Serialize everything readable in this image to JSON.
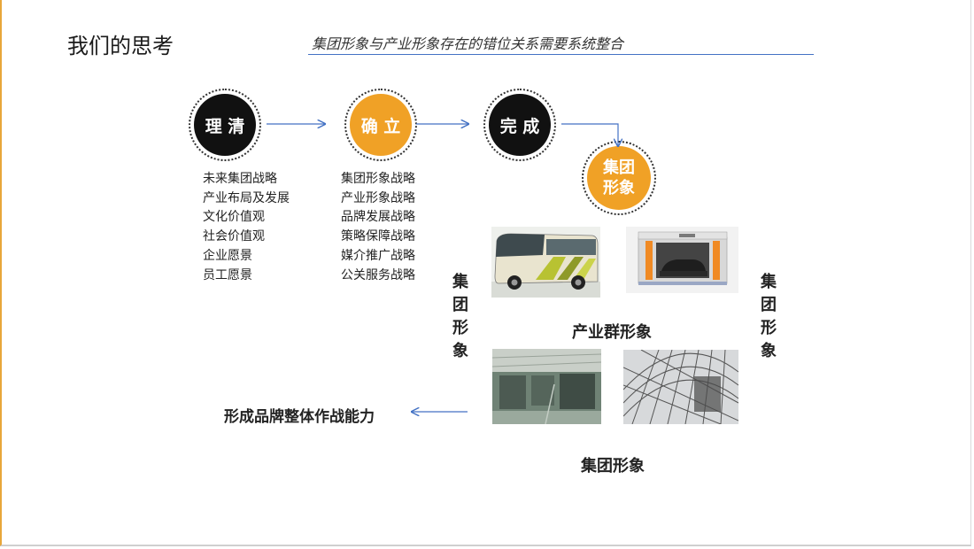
{
  "header": {
    "title": "我们的思考",
    "subtitle": "集团形象与产业形象存在的错位关系需要系统整合"
  },
  "steps": [
    {
      "label": "理 清",
      "color": "#111111"
    },
    {
      "label": "确 立",
      "color": "#f0a126"
    },
    {
      "label": "完 成",
      "color": "#111111"
    }
  ],
  "result_circle": {
    "line1": "集团",
    "line2": "形象",
    "color": "#f0a126"
  },
  "lists": {
    "clarify": [
      "未来集团战略",
      "产业布局及发展",
      "文化价值观",
      "社会价值观",
      "企业愿景",
      "员工愿景"
    ],
    "establish": [
      "集团形象战略",
      "产业形象战略",
      "品牌发展战略",
      "策略保障战略",
      "媒介推广战略",
      "公关服务战略"
    ]
  },
  "side_labels": {
    "left": "集团形象",
    "right": "集团形象"
  },
  "captions": {
    "industry_cluster": "产业群形象",
    "group_image": "集团形象",
    "outcome": "形成品牌整体作战能力"
  },
  "colors": {
    "accent": "#f0a126",
    "arrow": "#4472c4",
    "dark": "#111111"
  }
}
